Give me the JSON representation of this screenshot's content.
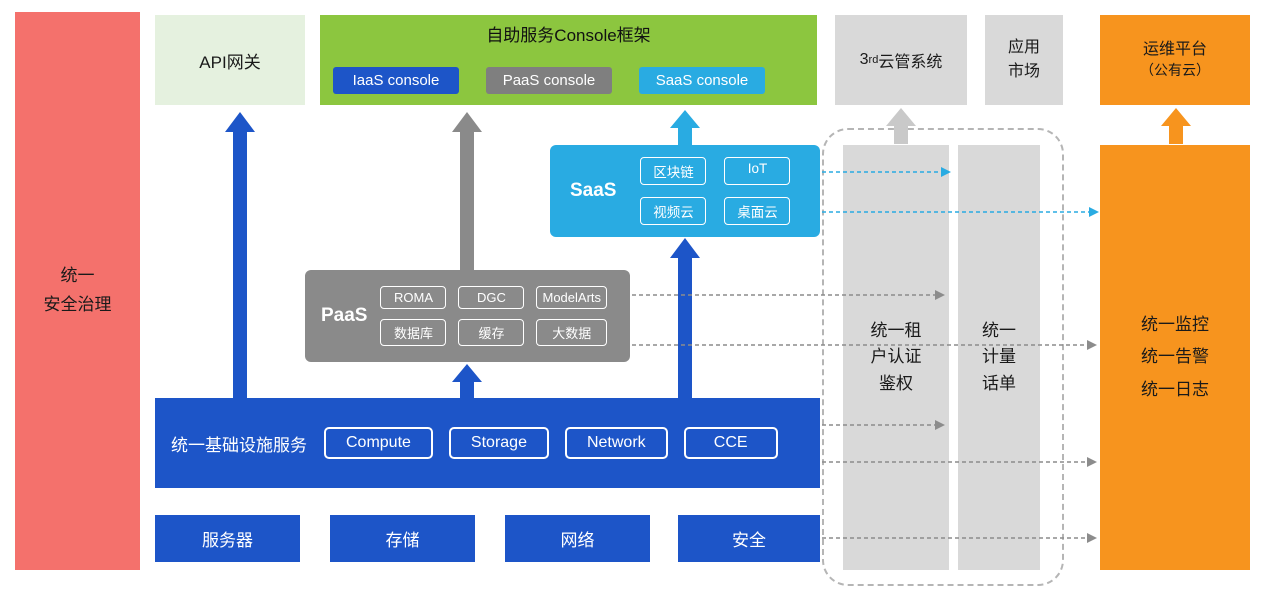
{
  "colors": {
    "red": "#f4716c",
    "light_green": "#e5f1df",
    "green": "#8cc63f",
    "blue": "#1d55c8",
    "gray": "#8a8a8a",
    "cyan": "#29abe2",
    "light_gray": "#d9d9d9",
    "orange": "#f7941e",
    "arrow_light_gray": "#c9c9c9",
    "dash_gray": "#8c8c8c",
    "dashed_border": "#b5b5b5"
  },
  "left_bar": {
    "label": "统一\n安全治理"
  },
  "top_row": {
    "api_gateway": {
      "label": "API网关"
    },
    "console_frame": {
      "title": "自助服务Console框架",
      "buttons": [
        {
          "label": "IaaS console"
        },
        {
          "label": "PaaS console"
        },
        {
          "label": "SaaS console"
        }
      ]
    },
    "third_party_cloud": {
      "base": "3",
      "sup": "rd",
      "rest": "云管系统"
    },
    "app_market": {
      "label": "应用\n市场"
    },
    "om_platform": {
      "line1": "运维平台",
      "line2": "（公有云）"
    }
  },
  "saas_box": {
    "label": "SaaS",
    "chips": [
      "区块链",
      "IoT",
      "视频云",
      "桌面云"
    ]
  },
  "paas_box": {
    "label": "PaaS",
    "chips": [
      "ROMA",
      "DGC",
      "ModelArts",
      "数据库",
      "缓存",
      "大数据"
    ]
  },
  "infra_box": {
    "label": "统一基础设施服务",
    "chips": [
      "Compute",
      "Storage",
      "Network",
      "CCE"
    ]
  },
  "bottom_row": [
    "服务器",
    "存储",
    "网络",
    "安全"
  ],
  "middle_panel": {
    "auth_bar": {
      "label": "统一租\n户认证\n鉴权"
    },
    "metering_bar": {
      "label": "统一\n计量\n话单"
    }
  },
  "right_bar": {
    "label": "统一监控\n统一告警\n统一日志"
  }
}
